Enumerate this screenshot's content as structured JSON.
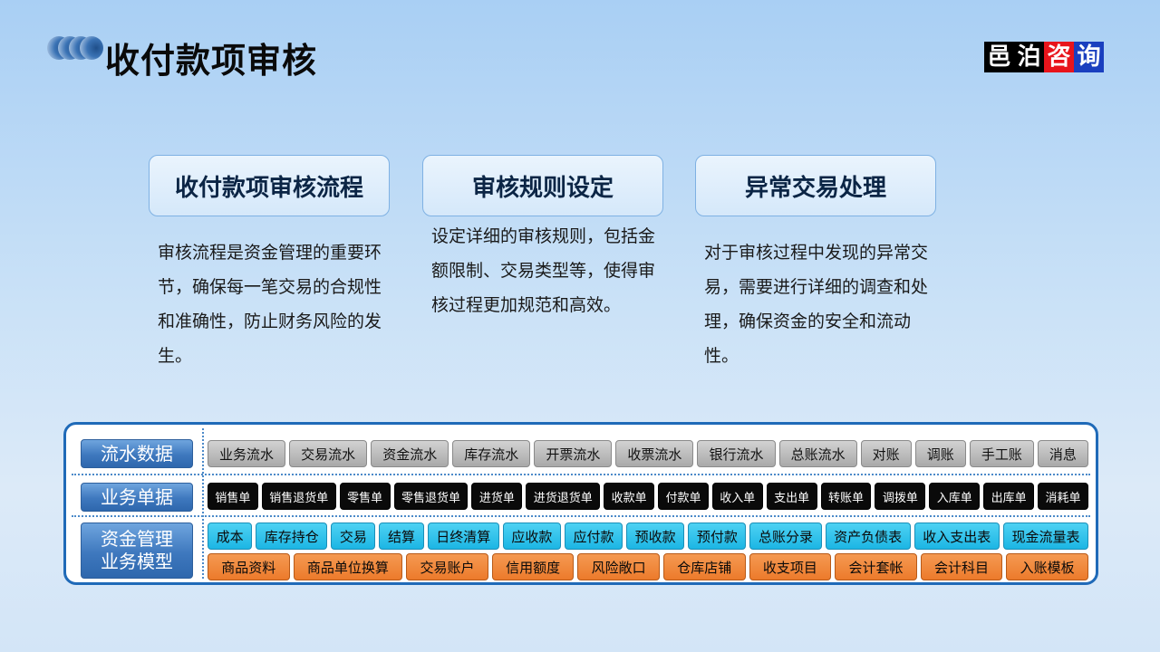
{
  "header": {
    "title": "收付款项审核",
    "logo_chars": [
      {
        "text": "邑",
        "bg": "#000000"
      },
      {
        "text": "泊",
        "bg": "#000000"
      },
      {
        "text": "咨",
        "bg": "#e8141b"
      },
      {
        "text": "询",
        "bg": "#1a3fbf"
      }
    ]
  },
  "cards": [
    {
      "title": "收付款项审核流程",
      "body": "审核流程是资金管理的重要环节，确保每一笔交易的合规性和准确性，防止财务风险的发生。"
    },
    {
      "title": "审核规则设定",
      "body": "设定详细的审核规则，包括金额限制、交易类型等，使得审核过程更加规范和高效。"
    },
    {
      "title": "异常交易处理",
      "body": "对于审核过程中发现的异常交易，需要进行详细的调查和处理，确保资金的安全和流动性。"
    }
  ],
  "table": {
    "rows": [
      {
        "label": "流水数据",
        "style": "gray",
        "items": [
          "业务流水",
          "交易流水",
          "资金流水",
          "库存流水",
          "开票流水",
          "收票流水",
          "银行流水",
          "总账流水",
          "对账",
          "调账",
          "手工账",
          "消息"
        ]
      },
      {
        "label": "业务单据",
        "style": "black",
        "items": [
          "销售单",
          "销售退货单",
          "零售单",
          "零售退货单",
          "进货单",
          "进货退货单",
          "收款单",
          "付款单",
          "收入单",
          "支出单",
          "转账单",
          "调拨单",
          "入库单",
          "出库单",
          "消耗单"
        ]
      }
    ],
    "model": {
      "label_line1": "资金管理",
      "label_line2": "业务模型",
      "cyan_items": [
        "成本",
        "库存持仓",
        "交易",
        "结算",
        "日终清算",
        "应收款",
        "应付款",
        "预收款",
        "预付款",
        "总账分录",
        "资产负债表",
        "收入支出表",
        "现金流量表"
      ],
      "orange_items": [
        "商品资料",
        "商品单位换算",
        "交易账户",
        "信用额度",
        "风险敞口",
        "仓库店铺",
        "收支项目",
        "会计套帐",
        "会计科目",
        "入账模板"
      ]
    }
  }
}
